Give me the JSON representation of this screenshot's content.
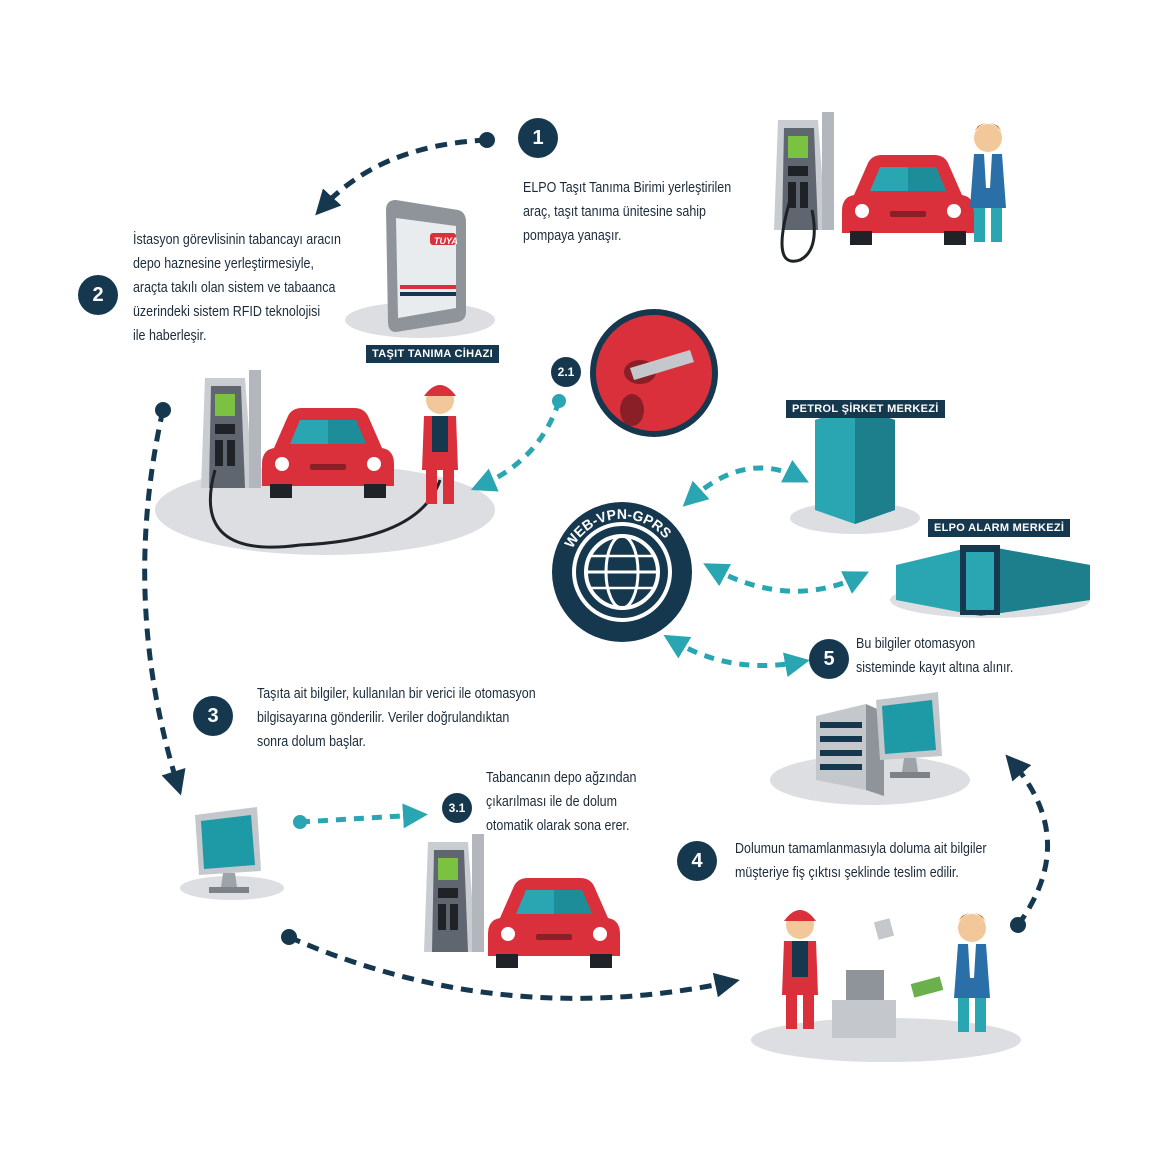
{
  "steps": {
    "s1": {
      "num": "1",
      "text": "ELPO Taşıt Tanıma Birimi yerleştirilen\naraç, taşıt tanıma ünitesine sahip\npompaya yanaşır."
    },
    "s2": {
      "num": "2",
      "text": "İstasyon görevlisinin tabancayı aracın\ndepo haznesine yerleştirmesiyle,\naraçta takılı olan sistem ve tabaanca\nüzerindeki sistem RFID teknolojisi\nile haberleşir."
    },
    "s2_1": {
      "num": "2.1"
    },
    "s3": {
      "num": "3",
      "text": "Taşıta ait bilgiler, kullanılan bir verici ile otomasyon\nbilgisayarına gönderilir. Veriler doğrulandıktan\nsonra dolum başlar."
    },
    "s3_1": {
      "num": "3.1",
      "text": "Tabancanın depo ağzından\nçıkarılması ile de dolum\notomatik olarak sona erer."
    },
    "s4": {
      "num": "4",
      "text": "Dolumun tamamlanmasıyla doluma ait bilgiler\nmüşteriye fiş çıktısı şeklinde teslim edilir."
    },
    "s5": {
      "num": "5",
      "text": "Bu bilgiler otomasyon\nsisteminde kayıt altına alınır."
    }
  },
  "labels": {
    "device": "TAŞIT TANIMA CİHAZI",
    "device_logo": "TUYA",
    "petrol_hq": "PETROL ŞİRKET MERKEZİ",
    "alarm_hq": "ELPO ALARM MERKEZİ",
    "network": "WEB-VPN-GPRS"
  },
  "colors": {
    "navy": "#16384f",
    "teal": "#2aa6b3",
    "car_red": "#d9303c",
    "screen": "#1d9aa5",
    "ground": "#dcdee2"
  }
}
